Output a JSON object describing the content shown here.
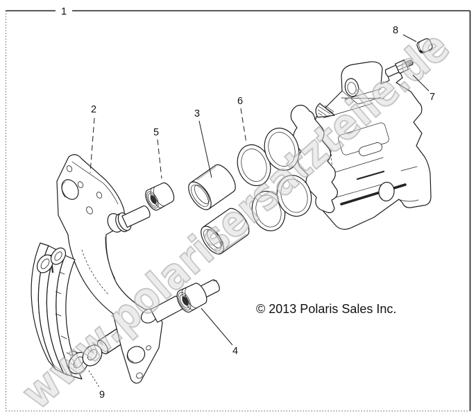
{
  "figure": {
    "callouts": [
      {
        "label": "1"
      },
      {
        "label": "2"
      },
      {
        "label": "3"
      },
      {
        "label": "4"
      },
      {
        "label": "5"
      },
      {
        "label": "6"
      },
      {
        "label": "7"
      },
      {
        "label": "8"
      },
      {
        "label": "9"
      }
    ],
    "copyright": "© 2013 Polaris Sales Inc.",
    "watermark": "www.polarisersatzteile.de",
    "colors": {
      "line": "#1c1c1c",
      "watermark_fill": "#d9d9d9",
      "watermark_outline": "#9e9e9e",
      "background": "#ffffff",
      "dark_fill": "#2e2e2e"
    }
  }
}
